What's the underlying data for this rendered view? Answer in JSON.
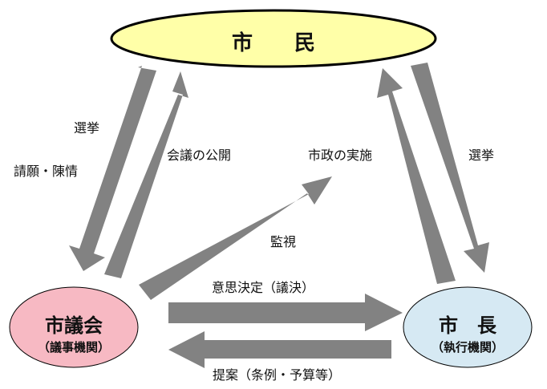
{
  "nodes": {
    "citizens": {
      "label": "市　　民",
      "color": "#FFFFA8"
    },
    "assembly": {
      "label": "市議会",
      "sub": "（議事機関）",
      "color": "#F7B9C3"
    },
    "mayor": {
      "label": "市　長",
      "sub": "（執行機関）",
      "color": "#D6E9F3"
    }
  },
  "arrow_color": "#828282",
  "edges": {
    "citizens_to_assembly_1": "選挙",
    "citizens_to_assembly_2": "請願・陳情",
    "assembly_to_citizens": "会議の公開",
    "assembly_to_admin": "監視",
    "admin": "市政の実施",
    "citizens_to_mayor": "選挙",
    "assembly_to_mayor": "意思決定（議決）",
    "mayor_to_assembly": "提案（条例・予算等）"
  }
}
